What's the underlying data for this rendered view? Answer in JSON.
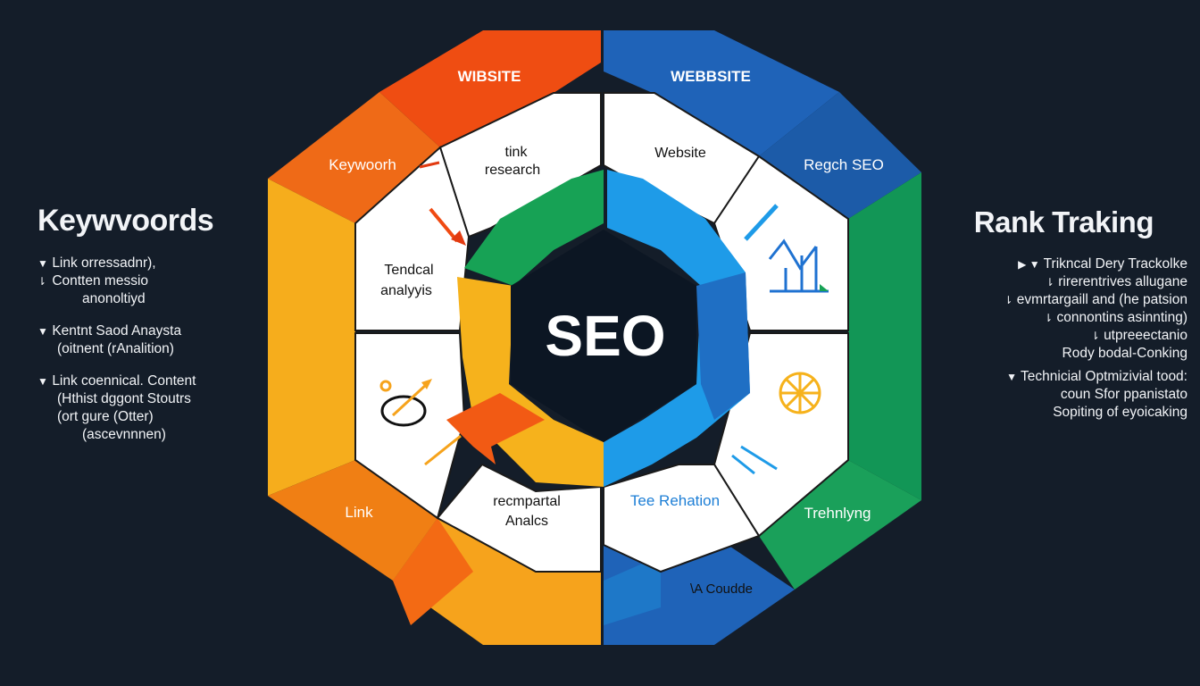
{
  "center_label": "SEO",
  "outer_labels": {
    "top_left": "WIBSITE",
    "top_right": "WEBBSITE",
    "upper_left": "Keywoorh",
    "upper_right": "Regch SEO",
    "lower_left": "Link",
    "lower_right": "Trehnlyng"
  },
  "inner_labels": {
    "top_left_1": "tink",
    "top_left_2": "research",
    "top_right": "Website",
    "mid_left_1": "Tendcal",
    "mid_left_2": "analyyis",
    "bottom_left_1": "recmpartal",
    "bottom_left_2": "Analcs",
    "bottom_right": "Tee Rehation",
    "bottom_caption": "\\A Coudde"
  },
  "left_panel": {
    "title": "Keywvoords",
    "items": [
      {
        "bullet": "▼",
        "text": "Link orressadnr),",
        "indent": 0
      },
      {
        "bullet": "⇂",
        "text": "Contten messio",
        "indent": 0
      },
      {
        "bullet": "",
        "text": "anonoltiyd",
        "indent": 2
      },
      {
        "bullet": "▼",
        "text": "Kentnt Saod Anaysta",
        "indent": 0
      },
      {
        "bullet": "",
        "text": "(oitnent (rAnalition)",
        "indent": 1
      },
      {
        "bullet": "▼",
        "text": "Link coennical. Content",
        "indent": 0
      },
      {
        "bullet": "",
        "text": "(Hthist dggont Stoutrs",
        "indent": 1
      },
      {
        "bullet": "",
        "text": "(ort gure (Otter)",
        "indent": 1
      },
      {
        "bullet": "",
        "text": "(ascevnnnen)",
        "indent": 2
      }
    ]
  },
  "right_panel": {
    "title": "Rank Traking",
    "items": [
      {
        "bullet": "▶ ▼",
        "text": "Trikncal Dery Trackolke"
      },
      {
        "bullet": "⇂",
        "text": "rirerentrives allugane"
      },
      {
        "bullet": "⇂",
        "text": "evmrtargaill and (he patsion"
      },
      {
        "bullet": "⇂",
        "text": "connontins asinnting)"
      },
      {
        "bullet": "⇂",
        "text": "utpreeectanio"
      },
      {
        "bullet": "",
        "text": "Rody bodal-Conking"
      },
      {
        "bullet": "▼",
        "text": "Technicial Optmizivial tood:"
      },
      {
        "bullet": "",
        "text": "coun Sfor ppanistato"
      },
      {
        "bullet": "",
        "text": "Sopiting of eyoicaking"
      }
    ]
  },
  "colors": {
    "background": "#141d29",
    "orange_red": "#ef4d12",
    "orange": "#f7941d",
    "yellow": "#f7b21f",
    "blue": "#1f63b8",
    "light_blue": "#1e9be8",
    "green": "#17a25a",
    "center": "#0c1623"
  },
  "icons": [
    "pencil-arrow-icon",
    "chart-graph-icon",
    "target-arrow-icon",
    "compass-star-icon"
  ]
}
